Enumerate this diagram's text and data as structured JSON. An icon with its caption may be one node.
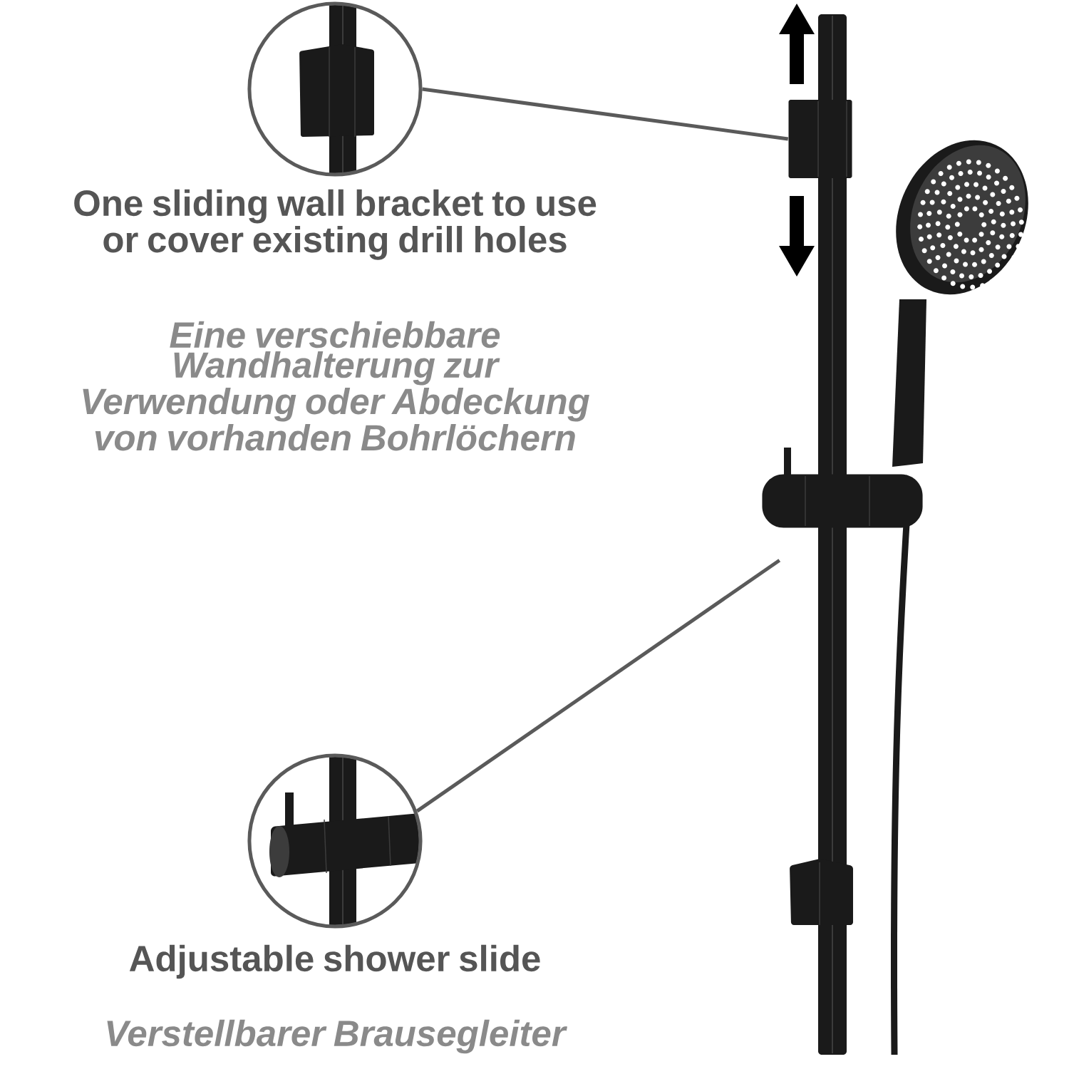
{
  "diagram": {
    "nodes": [
      {
        "text": [],
        "shape": "circle",
        "beside": [
          "One sliding wall bracket to use or cover existing drill holes",
          "Eine verschiebbare Wandhalterung zur Verwendung oder Abdeckung von vorhanden Bohrlöchern"
        ]
      },
      {
        "text": [],
        "shape": "box"
      },
      {
        "text": [],
        "shape": "circle",
        "beside": [
          "Adjustable shower slide",
          "Verstellbarer Brausegleiter"
        ]
      },
      {
        "text": [],
        "shape": "cylinder"
      }
    ],
    "edges": [
      {
        "from": 0,
        "to": 1,
        "arrow": "none"
      },
      {
        "from": 2,
        "to": 3,
        "arrow": "none"
      }
    ]
  }
}
